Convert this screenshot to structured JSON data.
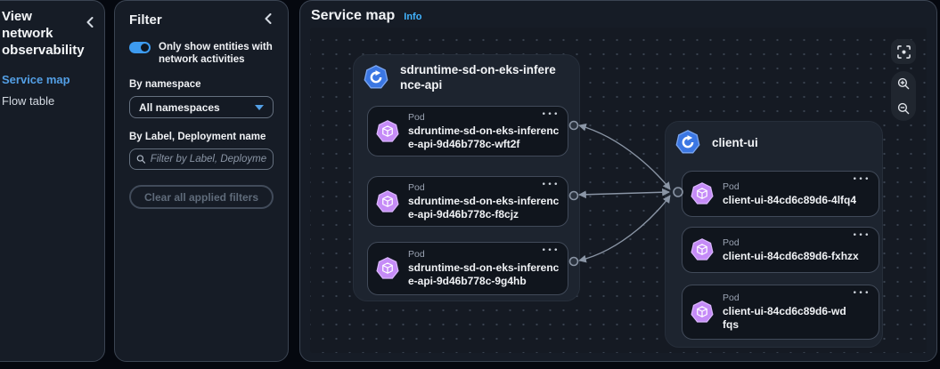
{
  "nav": {
    "title": "View network observability",
    "items": [
      {
        "label": "Service map",
        "selected": true
      },
      {
        "label": "Flow table",
        "selected": false
      }
    ]
  },
  "filter": {
    "title": "Filter",
    "toggle": {
      "label": "Only show entities with network activities",
      "on": true
    },
    "namespace": {
      "label": "By namespace",
      "value": "All namespaces"
    },
    "search": {
      "label": "By Label, Deployment name",
      "placeholder": "Filter by Label, Deployment name"
    },
    "clear_button_label": "Clear all applied filters"
  },
  "map": {
    "title": "Service map",
    "info_link": "Info",
    "menu_glyph": "•••",
    "groups": [
      {
        "name": "sdruntime-sd-on-eks-inference-api",
        "type": "deployment",
        "pods": [
          {
            "kind": "Pod",
            "name": "sdruntime-sd-on-eks-inference-api-9d46b778c-wft2f"
          },
          {
            "kind": "Pod",
            "name": "sdruntime-sd-on-eks-inference-api-9d46b778c-f8cjz"
          },
          {
            "kind": "Pod",
            "name": "sdruntime-sd-on-eks-inference-api-9d46b778c-9g4hb"
          }
        ]
      },
      {
        "name": "client-ui",
        "type": "deployment",
        "pods": [
          {
            "kind": "Pod",
            "name": "client-ui-84cd6c89d6-4lfq4"
          },
          {
            "kind": "Pod",
            "name": "client-ui-84cd6c89d6-fxhzx"
          },
          {
            "kind": "Pod",
            "name": "client-ui-84cd6c89d6-wdfqs"
          }
        ]
      }
    ],
    "edges": [
      {
        "from": "sdruntime-sd-on-eks-inference-api-9d46b778c-wft2f",
        "to": "client-ui-84cd6c89d6-4lfq4",
        "bidirectional": true
      },
      {
        "from": "sdruntime-sd-on-eks-inference-api-9d46b778c-f8cjz",
        "to": "client-ui-84cd6c89d6-4lfq4",
        "bidirectional": true
      },
      {
        "from": "sdruntime-sd-on-eks-inference-api-9d46b778c-9g4hb",
        "to": "client-ui-84cd6c89d6-4lfq4",
        "bidirectional": true
      }
    ]
  },
  "icons": {
    "nav_collapse": "chevron-left",
    "filter_collapse": "chevron-left",
    "namespace_caret": "caret-down",
    "search": "magnifier",
    "fit": "fit-to-screen",
    "zoom_in": "zoom-in",
    "zoom_out": "zoom-out",
    "pod_menu": "ellipsis",
    "deployment": "k8s-deployment-heptagon",
    "pod": "k8s-pod-heptagon"
  },
  "colors": {
    "accent_link": "#539fe5",
    "info_link": "#42b4ff",
    "toggle_on": "#3d9bf0",
    "deployment_blue": "#3b77e3",
    "pod_purple": "#c58bf7",
    "edge_gray": "#7d8896",
    "canvas_bg": "#151a23",
    "panel_bg": "#161c26"
  }
}
